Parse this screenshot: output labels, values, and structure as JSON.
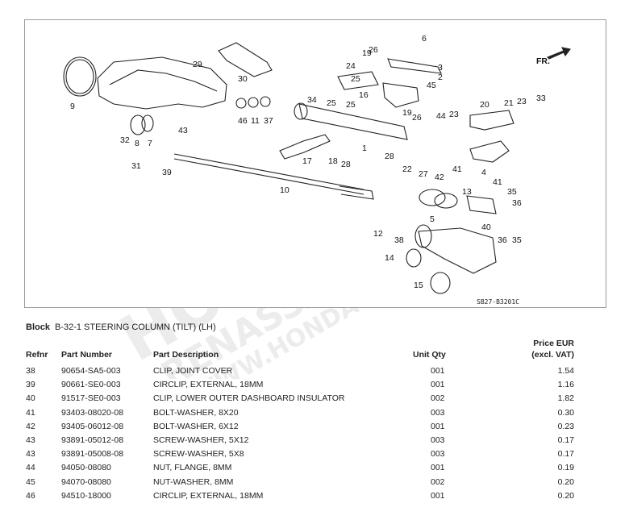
{
  "diagram": {
    "code": "SB27-B3201C",
    "direction_label": "FR.",
    "callouts": [
      "1",
      "2",
      "3",
      "4",
      "5",
      "6",
      "7",
      "8",
      "9",
      "10",
      "11",
      "12",
      "13",
      "14",
      "15",
      "16",
      "17",
      "18",
      "19",
      "19",
      "20",
      "21",
      "22",
      "23",
      "24",
      "25",
      "25",
      "26",
      "26",
      "27",
      "28",
      "28",
      "29",
      "30",
      "31",
      "32",
      "33",
      "34",
      "35",
      "35",
      "36",
      "36",
      "37",
      "38",
      "39",
      "40",
      "41",
      "41",
      "42",
      "43",
      "44",
      "45",
      "46"
    ]
  },
  "watermark": {
    "line1": "HONDA",
    "line2": "RENASSANCE",
    "line3": "WWW.HONDA-GX"
  },
  "block": {
    "label": "Block",
    "title": "B-32-1 STEERING COLUMN (TILT) (LH)"
  },
  "table": {
    "headers": {
      "refnr": "Refnr",
      "part_number": "Part Number",
      "part_description": "Part Description",
      "unit_qty": "Unit Qty",
      "price_line1": "Price EUR",
      "price_line2": "(excl. VAT)"
    },
    "rows": [
      {
        "refnr": "38",
        "part_number": "90654-SA5-003",
        "description": "CLIP, JOINT COVER",
        "qty": "001",
        "price": "1.54"
      },
      {
        "refnr": "39",
        "part_number": "90661-SE0-003",
        "description": "CIRCLIP, EXTERNAL, 18MM",
        "qty": "001",
        "price": "1.16"
      },
      {
        "refnr": "40",
        "part_number": "91517-SE0-003",
        "description": "CLIP, LOWER OUTER DASHBOARD INSULATOR",
        "qty": "002",
        "price": "1.82"
      },
      {
        "refnr": "41",
        "part_number": "93403-08020-08",
        "description": "BOLT-WASHER, 8X20",
        "qty": "003",
        "price": "0.30"
      },
      {
        "refnr": "42",
        "part_number": "93405-06012-08",
        "description": "BOLT-WASHER, 6X12",
        "qty": "001",
        "price": "0.23"
      },
      {
        "refnr": "43",
        "part_number": "93891-05012-08",
        "description": "SCREW-WASHER, 5X12",
        "qty": "003",
        "price": "0.17"
      },
      {
        "refnr": "43",
        "part_number": "93891-05008-08",
        "description": "SCREW-WASHER, 5X8",
        "qty": "003",
        "price": "0.17"
      },
      {
        "refnr": "44",
        "part_number": "94050-08080",
        "description": "NUT, FLANGE, 8MM",
        "qty": "001",
        "price": "0.19"
      },
      {
        "refnr": "45",
        "part_number": "94070-08080",
        "description": "NUT-WASHER, 8MM",
        "qty": "002",
        "price": "0.20"
      },
      {
        "refnr": "46",
        "part_number": "94510-18000",
        "description": "CIRCLIP, EXTERNAL, 18MM",
        "qty": "001",
        "price": "0.20"
      }
    ]
  }
}
